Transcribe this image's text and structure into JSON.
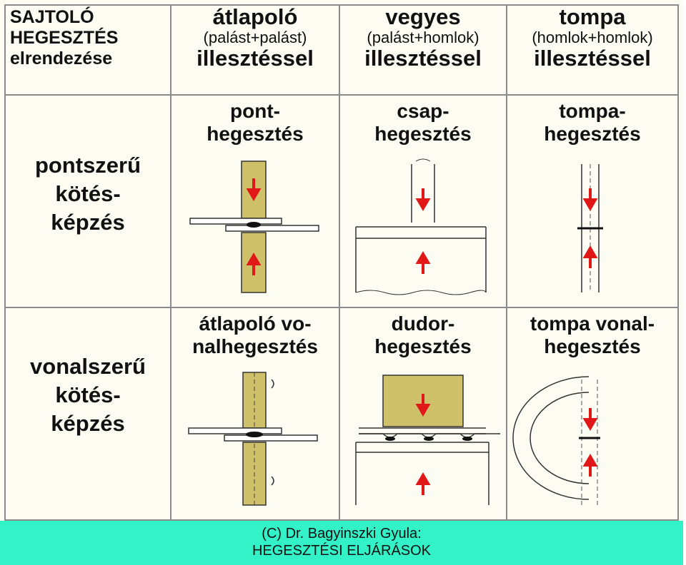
{
  "header": {
    "corner": [
      "SAJTOLÓ",
      "HEGESZTÉS",
      "elrendezése"
    ],
    "columns": [
      {
        "title": "átlapoló",
        "sub": "(palást+palást)",
        "bottom": "illesztéssel"
      },
      {
        "title": "vegyes",
        "sub": "(palást+homlok)",
        "bottom": "illesztéssel"
      },
      {
        "title": "tompa",
        "sub": "(homlok+homlok)",
        "bottom": "illesztéssel"
      }
    ]
  },
  "rows": [
    {
      "label": [
        "pontszerű",
        "kötés-",
        "képzés"
      ],
      "cells": [
        [
          "pont-",
          "hegesztés"
        ],
        [
          "csap-",
          "hegesztés"
        ],
        [
          "tompa-",
          "hegesztés"
        ]
      ]
    },
    {
      "label": [
        "vonalszerű",
        "kötés-",
        "képzés"
      ],
      "cells": [
        [
          "átlapoló vo-",
          "nalhegesztés"
        ],
        [
          "dudor-",
          "hegesztés"
        ],
        [
          "tompa vonal-",
          "hegesztés"
        ]
      ]
    }
  ],
  "footer": {
    "line1": "(C) Dr. Bagyinszki Gyula:",
    "line2": "HEGESZTÉSI ELJÁRÁSOK"
  },
  "colors": {
    "electrode": "#cfc06a",
    "arrow": "#e01818",
    "footer_bg": "#33f2c8",
    "grid": "#8a8a8a"
  }
}
